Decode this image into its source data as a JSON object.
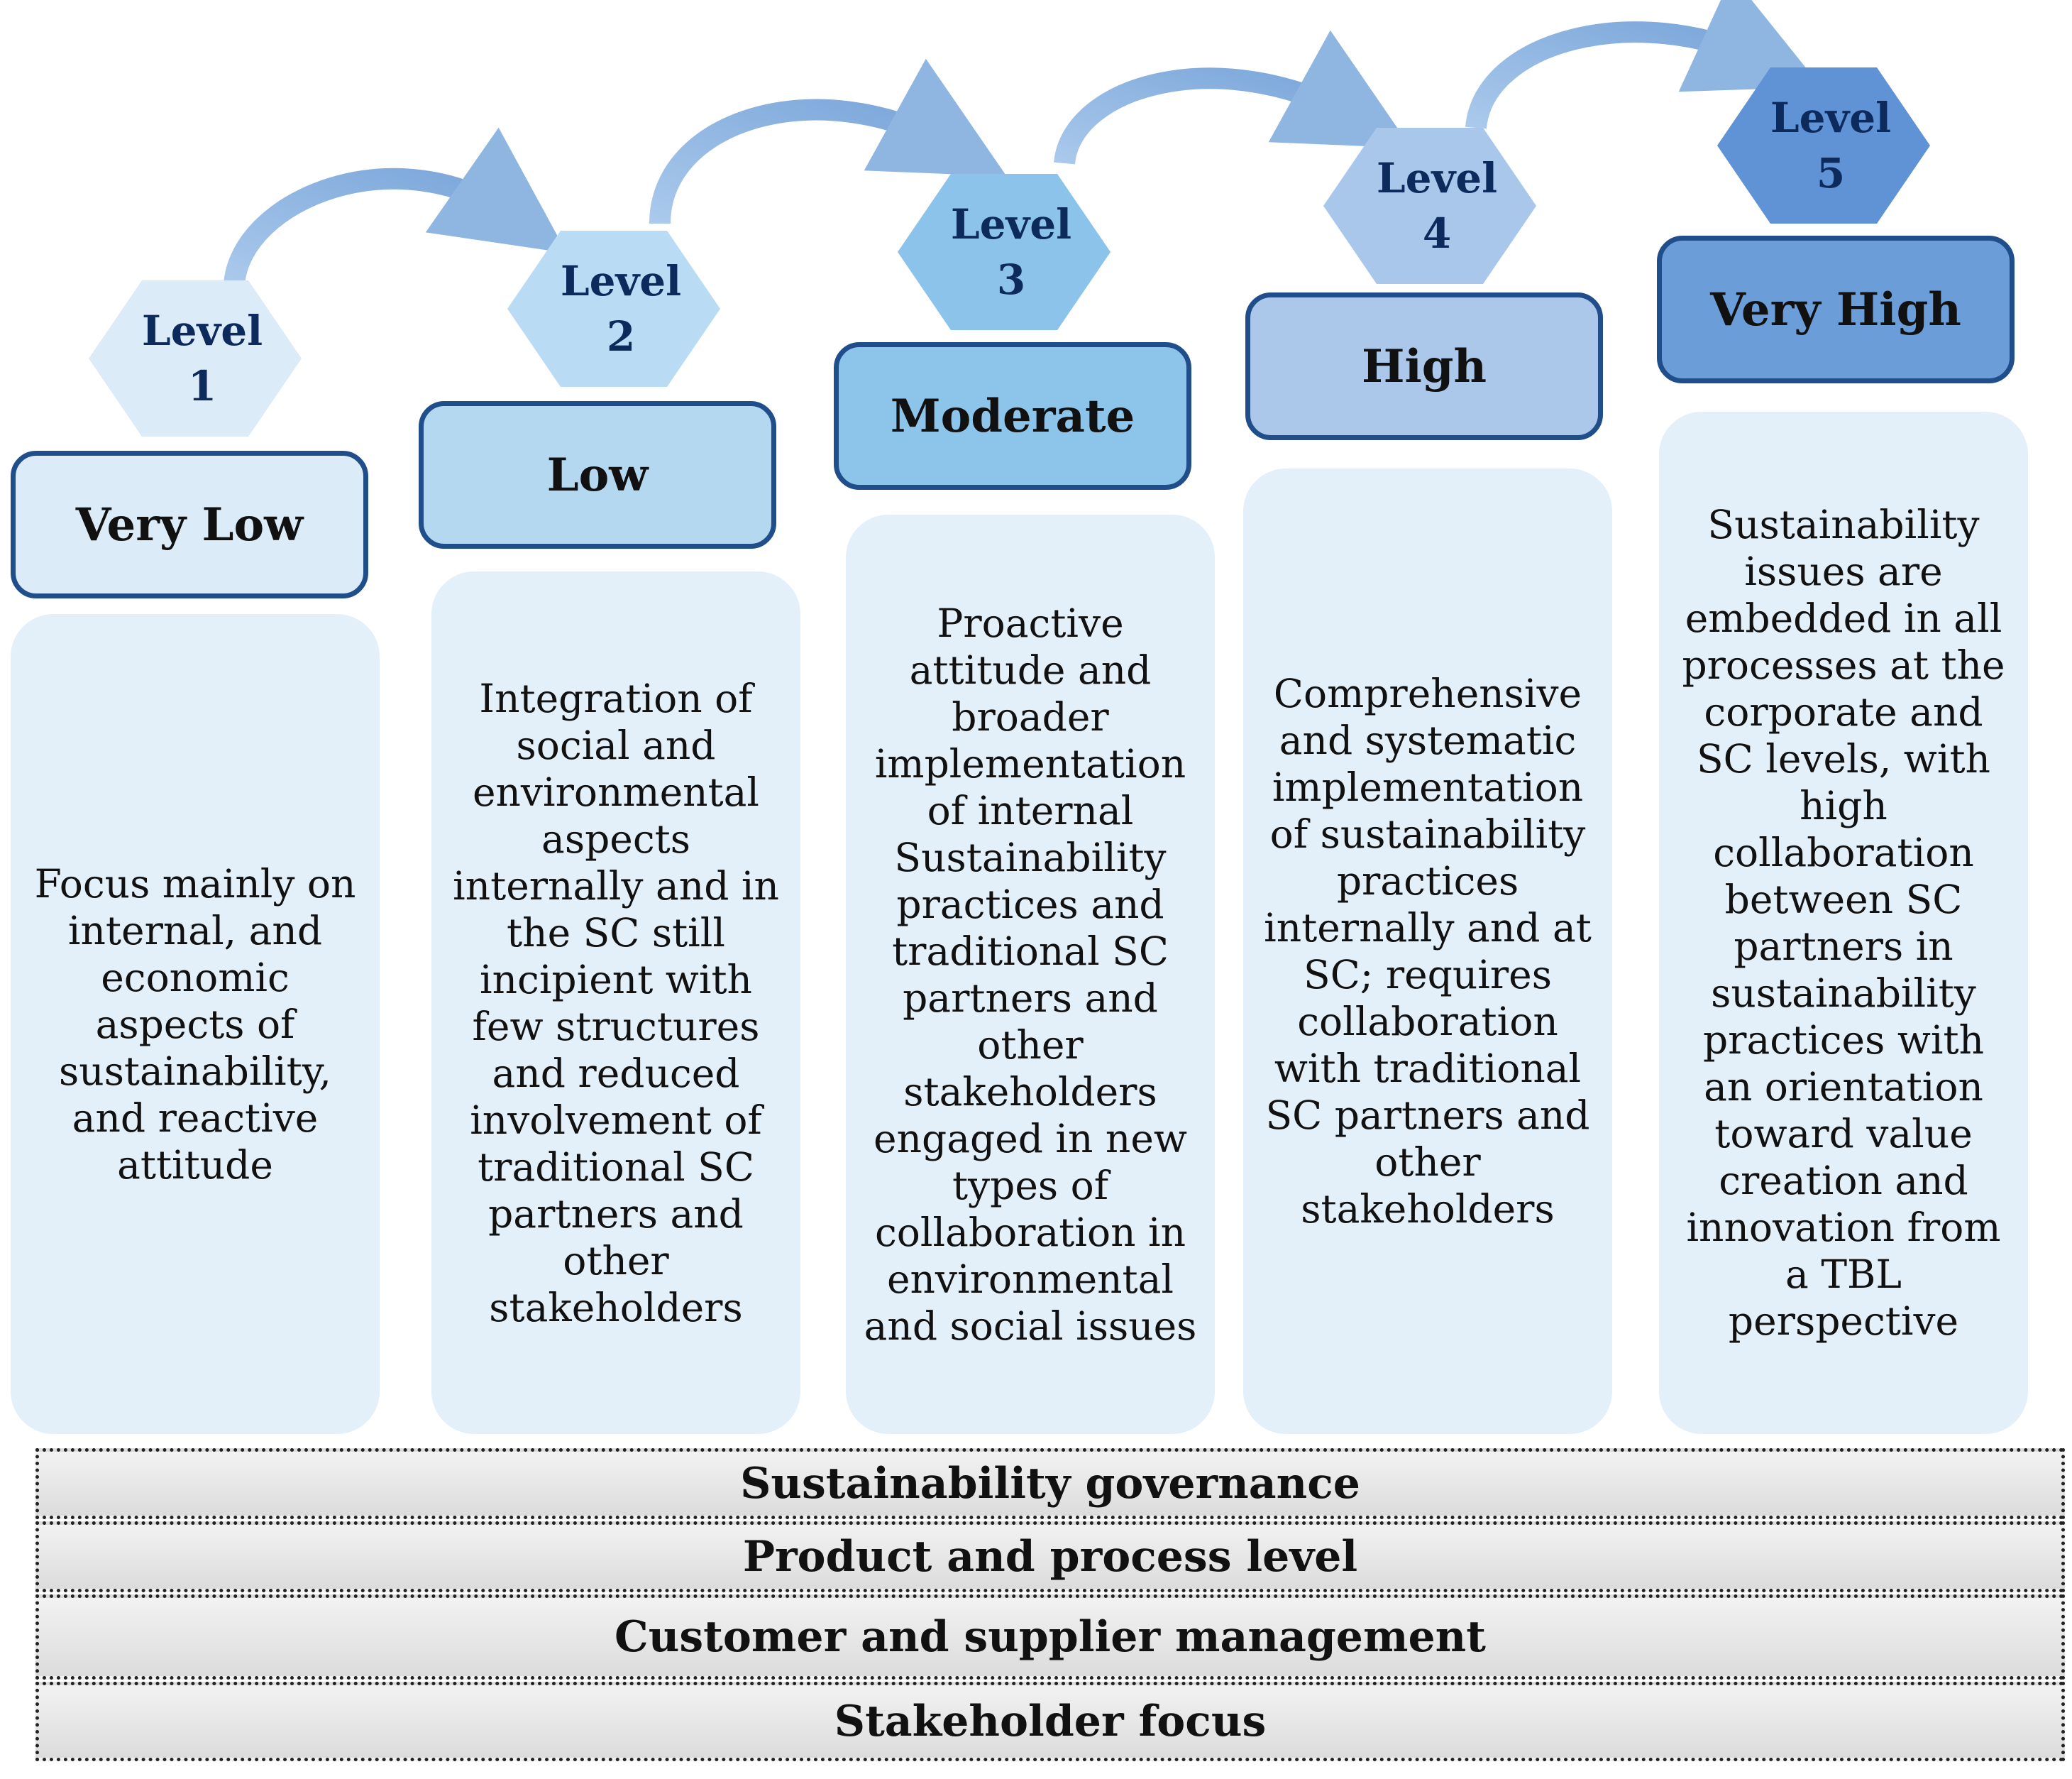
{
  "levels": [
    {
      "level_label": "Level",
      "level_num": "1",
      "title": "Very Low",
      "description": "Focus mainly on internal, and economic aspects of sustainability, and reactive attitude",
      "hex_color": "#dcebf8",
      "title_fill": "#dcebf8"
    },
    {
      "level_label": "Level",
      "level_num": "2",
      "title": "Low",
      "description": "Integration of social and environmental aspects internally and in the SC still incipient with few structures and reduced involvement of traditional SC partners and other stakeholders",
      "hex_color": "#b9dbf3",
      "title_fill": "#b5d8f1"
    },
    {
      "level_label": "Level",
      "level_num": "3",
      "title": "Moderate",
      "description": "Proactive attitude and broader implementation of internal Sustainability practices and traditional SC partners and other stakeholders engaged in new types of collaboration in environmental and social issues",
      "hex_color": "#8cc3ea",
      "title_fill": "#8dc4ea"
    },
    {
      "level_label": "Level",
      "level_num": "4",
      "title": "High",
      "description": "Comprehensive and systematic implementation of sustainability practices internally and at SC; requires collaboration with traditional SC partners and other stakeholders",
      "hex_color": "#a9c7eb",
      "title_fill": "#abc8ea"
    },
    {
      "level_label": "Level",
      "level_num": "5",
      "title": "Very High",
      "description": "Sustainability issues are embedded in all processes at the corporate and SC levels, with high collaboration between SC partners in sustainability practices with an orientation toward value creation and innovation from a TBL perspective",
      "hex_color": "#5f93d6",
      "title_fill": "#6b9dd9"
    }
  ],
  "bands": [
    "Sustainability governance",
    "Product and process level",
    "Customer and supplier management",
    "Stakeholder focus"
  ],
  "colors": {
    "title_border": "#1f4e8a",
    "description_fill": "#e3f0fa",
    "arrow": "#8fb6e0"
  }
}
